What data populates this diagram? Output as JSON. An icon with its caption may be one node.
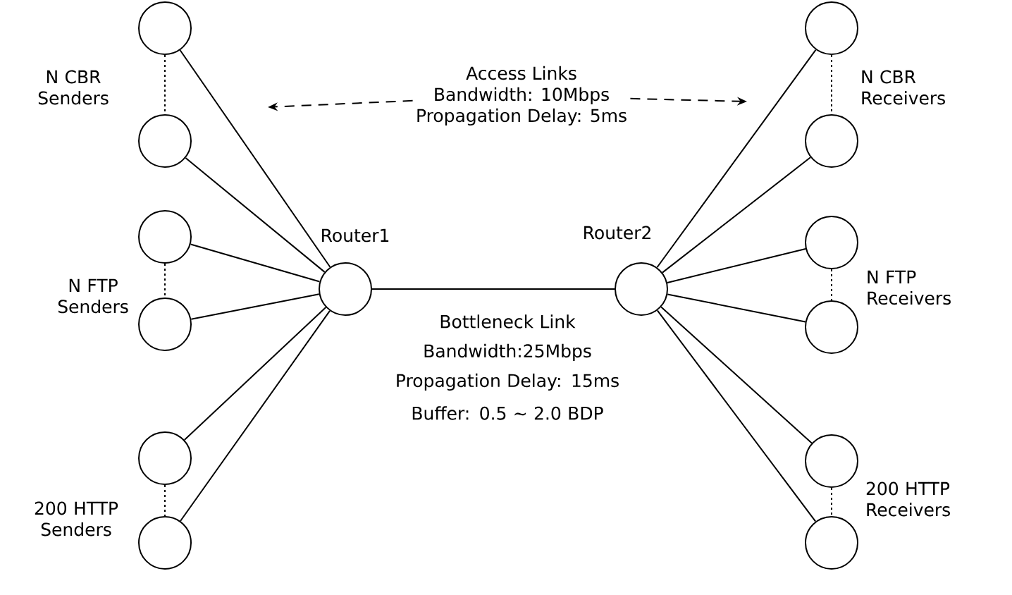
{
  "diagram": {
    "nodes": [
      {
        "text": [],
        "shape": "circle"
      },
      {
        "text": [],
        "shape": "circle"
      },
      {
        "text": [],
        "shape": "circle"
      },
      {
        "text": [],
        "shape": "circle"
      },
      {
        "text": [],
        "shape": "circle"
      },
      {
        "text": [],
        "shape": "circle"
      },
      {
        "text": [],
        "shape": "circle",
        "beside": [
          "Router1"
        ]
      },
      {
        "text": [],
        "shape": "circle",
        "beside": [
          "Router2"
        ]
      },
      {
        "text": [],
        "shape": "circle"
      },
      {
        "text": [],
        "shape": "circle"
      },
      {
        "text": [],
        "shape": "circle"
      },
      {
        "text": [],
        "shape": "circle"
      },
      {
        "text": [],
        "shape": "circle"
      },
      {
        "text": [],
        "shape": "circle"
      },
      {
        "text": [
          "Access Links",
          "Bandwidth: 10Mbps",
          "Propagation Delay: 5ms"
        ]
      }
    ],
    "edges": [
      {
        "from": 0,
        "to": 6,
        "arrow": "none"
      },
      {
        "from": 1,
        "to": 6,
        "arrow": "none"
      },
      {
        "from": 2,
        "to": 6,
        "arrow": "none"
      },
      {
        "from": 3,
        "to": 6,
        "arrow": "none"
      },
      {
        "from": 4,
        "to": 6,
        "arrow": "none"
      },
      {
        "from": 5,
        "to": 6,
        "arrow": "none"
      },
      {
        "from": 6,
        "to": 7,
        "arrow": "none"
      },
      {
        "from": 7,
        "to": 8,
        "arrow": "none"
      },
      {
        "from": 7,
        "to": 9,
        "arrow": "none"
      },
      {
        "from": 7,
        "to": 10,
        "arrow": "none"
      },
      {
        "from": 7,
        "to": 11,
        "arrow": "none"
      },
      {
        "from": 7,
        "to": 12,
        "arrow": "none"
      },
      {
        "from": 7,
        "to": 13,
        "arrow": "none"
      },
      {
        "from": 14,
        "to": null,
        "arrow": "to",
        "style": "dashed"
      },
      {
        "from": 14,
        "to": null,
        "arrow": "to",
        "style": "dashed"
      },
      {
        "from": 0,
        "to": 1,
        "arrow": "none",
        "style": "dashed"
      },
      {
        "from": 2,
        "to": 3,
        "arrow": "none",
        "style": "dashed"
      },
      {
        "from": 4,
        "to": 5,
        "arrow": "none",
        "style": "dashed"
      },
      {
        "from": 8,
        "to": 9,
        "arrow": "none",
        "style": "dashed"
      },
      {
        "from": 10,
        "to": 11,
        "arrow": "none",
        "style": "dashed"
      },
      {
        "from": 12,
        "to": 13,
        "arrow": "none",
        "style": "dashed"
      }
    ],
    "labels": [
      "N CBR Senders",
      "N CBR Receivers",
      "N FTP Senders",
      "N FTP Receivers",
      "200 HTTP Senders",
      "200 HTTP Receivers",
      "Bottleneck Link",
      "Bandwidth:25Mbps",
      "Propagation Delay: 15ms",
      "Buffer: 0.5 ~ 2.0 BDP"
    ]
  }
}
